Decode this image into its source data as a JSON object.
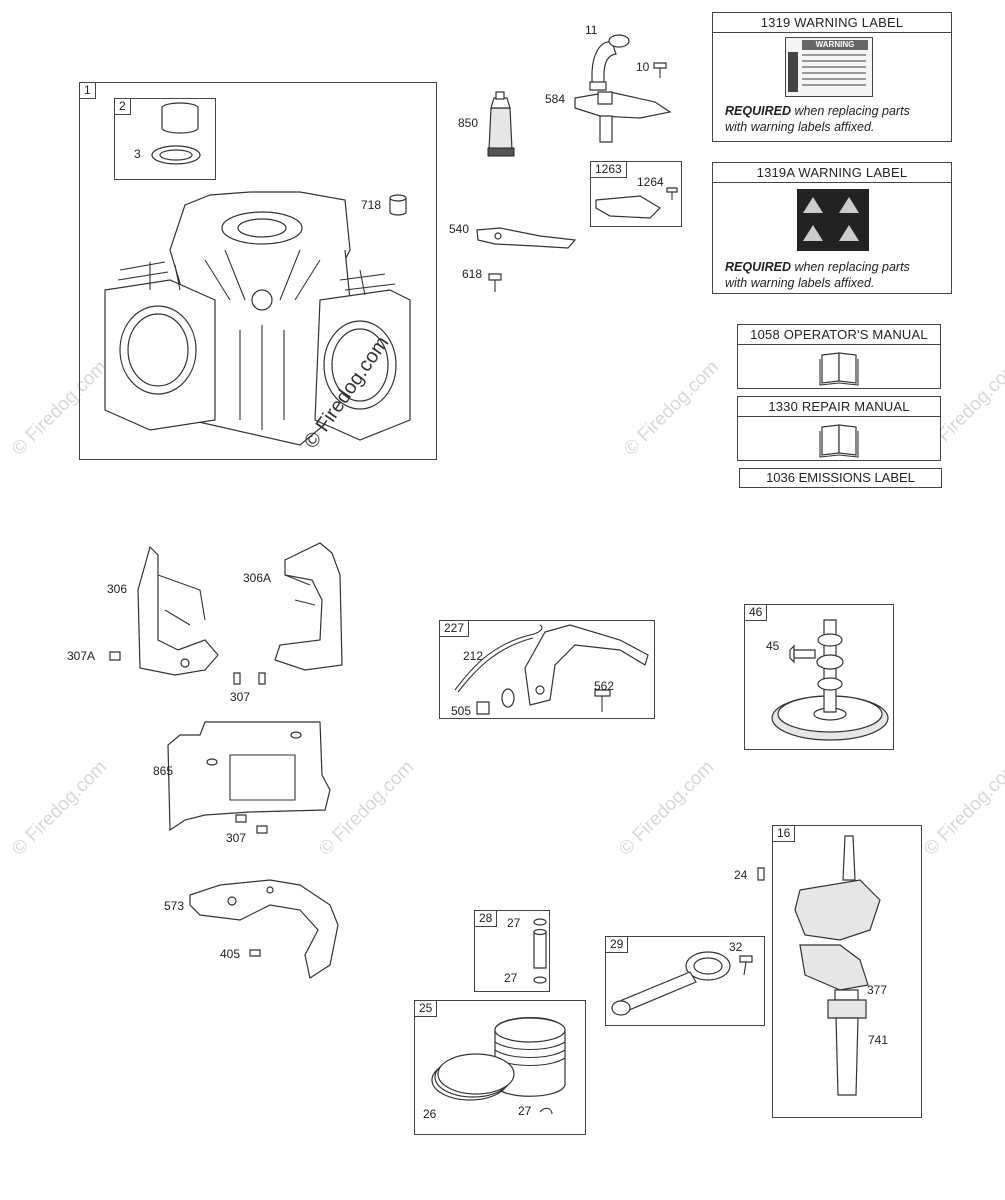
{
  "watermark": {
    "site": "© Firedog.com"
  },
  "kits": {
    "k1": "1",
    "k2": "2",
    "k1263": "1263",
    "k227": "227",
    "k46": "46",
    "k16": "16",
    "k28": "28",
    "k29": "29",
    "k25": "25"
  },
  "parts": {
    "p3": "3",
    "p718": "718",
    "p11": "11",
    "p10": "10",
    "p584": "584",
    "p850": "850",
    "p1264": "1264",
    "p540": "540",
    "p618": "618",
    "p306": "306",
    "p306A": "306A",
    "p307A": "307A",
    "p307a": "307",
    "p865": "865",
    "p307b": "307",
    "p573": "573",
    "p405": "405",
    "p212": "212",
    "p505": "505",
    "p562": "562",
    "p45": "45",
    "p24": "24",
    "p377": "377",
    "p741": "741",
    "p27a": "27",
    "p27b": "27",
    "p32": "32",
    "p26": "26",
    "p27c": "27"
  },
  "info_boxes": {
    "warning1319": {
      "title": "1319 WARNING LABEL",
      "req_bold": "REQUIRED",
      "req_line1": " when replacing parts",
      "req_line2": "with warning labels affixed."
    },
    "warning1319a": {
      "title": "1319A WARNING LABEL",
      "req_bold": "REQUIRED",
      "req_line1": " when replacing parts",
      "req_line2": "with warning labels affixed."
    },
    "operators": {
      "title": "1058 OPERATOR'S MANUAL"
    },
    "repair": {
      "title": "1330 REPAIR MANUAL"
    },
    "emissions": {
      "title": "1036 EMISSIONS LABEL"
    }
  },
  "warning_sticker_text": "WARNING"
}
